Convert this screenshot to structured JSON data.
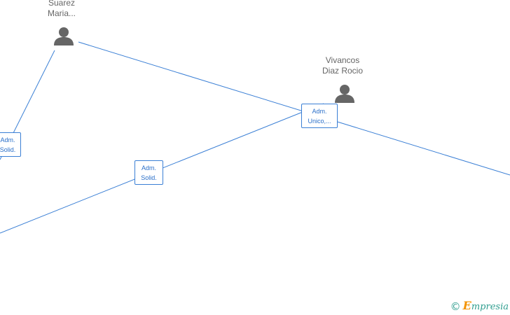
{
  "persons": [
    {
      "id": "suarez",
      "name_line1": "Suarez",
      "name_line2": "Maria..."
    },
    {
      "id": "vivancos",
      "name_line1": "Vivancos",
      "name_line2": "Diaz Rocio"
    }
  ],
  "roles": [
    {
      "line1": "Adm.",
      "line2": "Solid."
    },
    {
      "line1": "Adm.",
      "line2": "Solid."
    },
    {
      "line1": "Adm.",
      "line2": "Unico,..."
    }
  ],
  "footer": {
    "copyright_symbol": "©",
    "brand_initial": "E",
    "brand_rest": "mpresia"
  },
  "colors": {
    "edge": "#3a7fd5",
    "person_icon": "#666666",
    "brand": "#2f9e8f",
    "brand_accent": "#f39200"
  },
  "icons": {
    "person": "person-silhouette-icon",
    "copyright": "copyright-icon"
  }
}
